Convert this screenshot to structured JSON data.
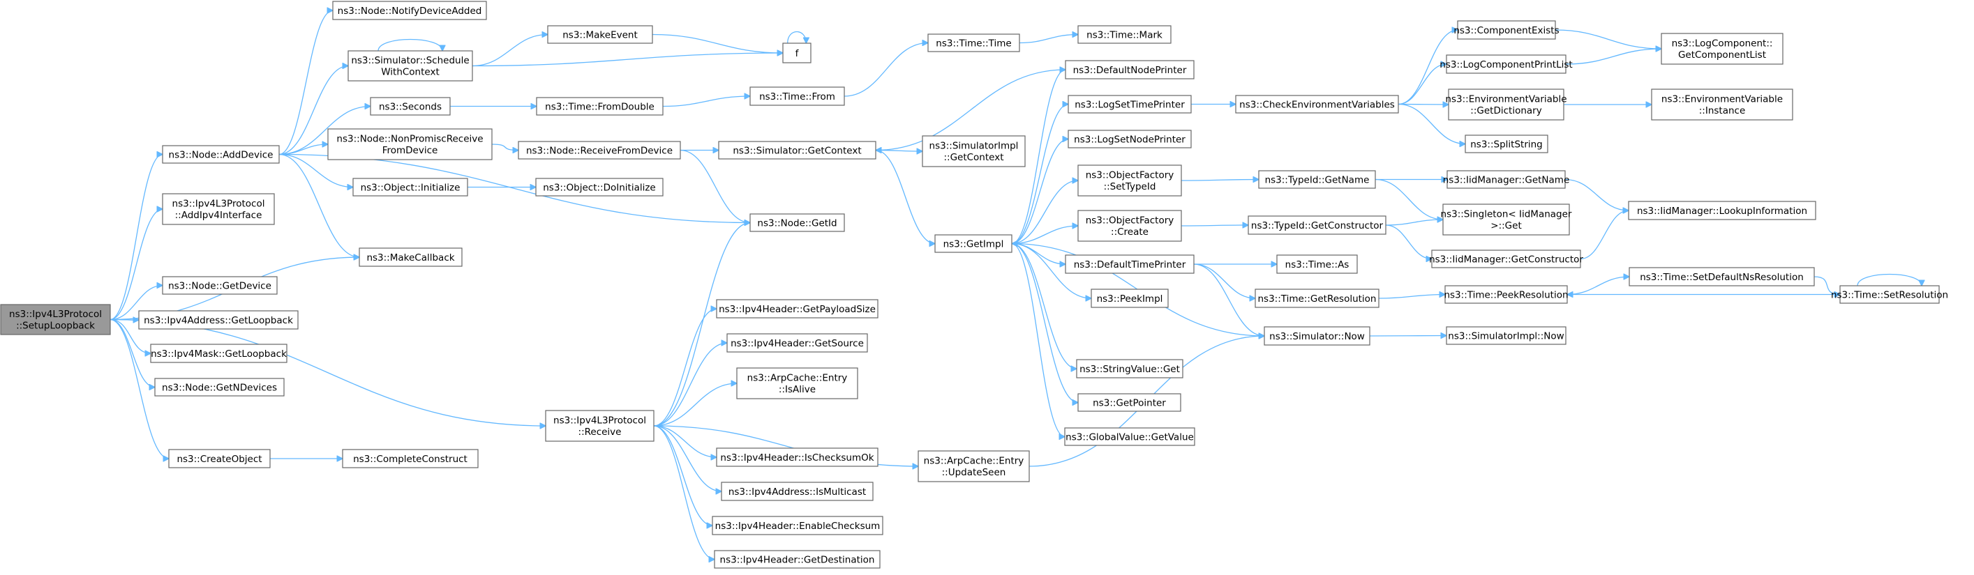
{
  "colors": {
    "edge": "#63b8ff",
    "node_border": "#666666",
    "node_fill": "#ffffff",
    "root_fill": "#999999"
  },
  "nodes": [
    {
      "id": "setup",
      "lines": [
        "ns3::Ipv4L3Protocol",
        "::SetupLoopback"
      ],
      "root": true
    },
    {
      "id": "adddevice",
      "lines": [
        "ns3::Node::AddDevice"
      ]
    },
    {
      "id": "addipv4",
      "lines": [
        "ns3::Ipv4L3Protocol",
        "::AddIpv4Interface"
      ]
    },
    {
      "id": "makecallback",
      "lines": [
        "ns3::MakeCallback"
      ]
    },
    {
      "id": "getdevice",
      "lines": [
        "ns3::Node::GetDevice"
      ]
    },
    {
      "id": "ipv4addrloop",
      "lines": [
        "ns3::Ipv4Address::GetLoopback"
      ]
    },
    {
      "id": "ipv4maskloop",
      "lines": [
        "ns3::Ipv4Mask::GetLoopback"
      ]
    },
    {
      "id": "getndevices",
      "lines": [
        "ns3::Node::GetNDevices"
      ]
    },
    {
      "id": "receive",
      "lines": [
        "ns3::Ipv4L3Protocol",
        "::Receive"
      ]
    },
    {
      "id": "createobject",
      "lines": [
        "ns3::CreateObject"
      ]
    },
    {
      "id": "notifydev",
      "lines": [
        "ns3::Node::NotifyDeviceAdded"
      ]
    },
    {
      "id": "schedctx",
      "lines": [
        "ns3::Simulator::Schedule",
        "WithContext"
      ]
    },
    {
      "id": "seconds",
      "lines": [
        "ns3::Seconds"
      ]
    },
    {
      "id": "nonpromisc",
      "lines": [
        "ns3::Node::NonPromiscReceive",
        "FromDevice"
      ]
    },
    {
      "id": "objinit",
      "lines": [
        "ns3::Object::Initialize"
      ]
    },
    {
      "id": "completeconstruct",
      "lines": [
        "ns3::CompleteConstruct"
      ]
    },
    {
      "id": "makeevent",
      "lines": [
        "ns3::MakeEvent"
      ]
    },
    {
      "id": "f",
      "lines": [
        "f"
      ]
    },
    {
      "id": "fromdouble",
      "lines": [
        "ns3::Time::FromDouble"
      ]
    },
    {
      "id": "receivefromdev",
      "lines": [
        "ns3::Node::ReceiveFromDevice"
      ]
    },
    {
      "id": "doinit",
      "lines": [
        "ns3::Object::DoInitialize"
      ]
    },
    {
      "id": "getid",
      "lines": [
        "ns3::Node::GetId"
      ]
    },
    {
      "id": "getpayloadsize",
      "lines": [
        "ns3::Ipv4Header::GetPayloadSize"
      ]
    },
    {
      "id": "getsource",
      "lines": [
        "ns3::Ipv4Header::GetSource"
      ]
    },
    {
      "id": "isalive",
      "lines": [
        "ns3::ArpCache::Entry",
        "::IsAlive"
      ]
    },
    {
      "id": "ischecksumok",
      "lines": [
        "ns3::Ipv4Header::IsChecksumOk"
      ]
    },
    {
      "id": "ismulticast",
      "lines": [
        "ns3::Ipv4Address::IsMulticast"
      ]
    },
    {
      "id": "enablechecksum",
      "lines": [
        "ns3::Ipv4Header::EnableChecksum"
      ]
    },
    {
      "id": "getdestination",
      "lines": [
        "ns3::Ipv4Header::GetDestination"
      ]
    },
    {
      "id": "timefrom",
      "lines": [
        "ns3::Time::From"
      ]
    },
    {
      "id": "timetime",
      "lines": [
        "ns3::Time::Time"
      ]
    },
    {
      "id": "simgetctx",
      "lines": [
        "ns3::Simulator::GetContext"
      ]
    },
    {
      "id": "updateseen",
      "lines": [
        "ns3::ArpCache::Entry",
        "::UpdateSeen"
      ]
    },
    {
      "id": "getimpl",
      "lines": [
        "ns3::GetImpl"
      ]
    },
    {
      "id": "simimplgetctx",
      "lines": [
        "ns3::SimulatorImpl",
        "::GetContext"
      ]
    },
    {
      "id": "timemark",
      "lines": [
        "ns3::Time::Mark"
      ]
    },
    {
      "id": "defnodeprinter",
      "lines": [
        "ns3::DefaultNodePrinter"
      ]
    },
    {
      "id": "logsettimeprinter",
      "lines": [
        "ns3::LogSetTimePrinter"
      ]
    },
    {
      "id": "logsetnodeprinter",
      "lines": [
        "ns3::LogSetNodePrinter"
      ]
    },
    {
      "id": "ofsettypeid",
      "lines": [
        "ns3::ObjectFactory",
        "::SetTypeId"
      ]
    },
    {
      "id": "ofcreate",
      "lines": [
        "ns3::ObjectFactory",
        "::Create"
      ]
    },
    {
      "id": "deftimeprinter",
      "lines": [
        "ns3::DefaultTimePrinter"
      ]
    },
    {
      "id": "peekimpl",
      "lines": [
        "ns3::PeekImpl"
      ]
    },
    {
      "id": "stringvalueget",
      "lines": [
        "ns3::StringValue::Get"
      ]
    },
    {
      "id": "getpointer",
      "lines": [
        "ns3::GetPointer"
      ]
    },
    {
      "id": "globalvalueget",
      "lines": [
        "ns3::GlobalValue::GetValue"
      ]
    },
    {
      "id": "checkenv",
      "lines": [
        "ns3::CheckEnvironmentVariables"
      ]
    },
    {
      "id": "typeidgetname",
      "lines": [
        "ns3::TypeId::GetName"
      ]
    },
    {
      "id": "typeidgetctor",
      "lines": [
        "ns3::TypeId::GetConstructor"
      ]
    },
    {
      "id": "timeas",
      "lines": [
        "ns3::Time::As"
      ]
    },
    {
      "id": "timegetres",
      "lines": [
        "ns3::Time::GetResolution"
      ]
    },
    {
      "id": "simnow",
      "lines": [
        "ns3::Simulator::Now"
      ]
    },
    {
      "id": "compexists",
      "lines": [
        "ns3::ComponentExists"
      ]
    },
    {
      "id": "logcompprintlist",
      "lines": [
        "ns3::LogComponentPrintList"
      ]
    },
    {
      "id": "envvargetdict",
      "lines": [
        "ns3::EnvironmentVariable",
        "::GetDictionary"
      ]
    },
    {
      "id": "splitstring",
      "lines": [
        "ns3::SplitString"
      ]
    },
    {
      "id": "iidgetname",
      "lines": [
        "ns3::IidManager::GetName"
      ]
    },
    {
      "id": "singletonget",
      "lines": [
        "ns3::Singleton< IidManager",
        " >::Get"
      ]
    },
    {
      "id": "iidgetctor",
      "lines": [
        "ns3::IidManager::GetConstructor"
      ]
    },
    {
      "id": "timepeekres",
      "lines": [
        "ns3::Time::PeekResolution"
      ]
    },
    {
      "id": "simimplnow",
      "lines": [
        "ns3::SimulatorImpl::Now"
      ]
    },
    {
      "id": "logcompgetlist",
      "lines": [
        "ns3::LogComponent::",
        "GetComponentList"
      ]
    },
    {
      "id": "envvarinstance",
      "lines": [
        "ns3::EnvironmentVariable",
        "::Instance"
      ]
    },
    {
      "id": "iidlookup",
      "lines": [
        "ns3::IidManager::LookupInformation"
      ]
    },
    {
      "id": "setdefaultns",
      "lines": [
        "ns3::Time::SetDefaultNsResolution"
      ]
    },
    {
      "id": "setresolution",
      "lines": [
        "ns3::Time::SetResolution"
      ]
    }
  ],
  "edges": [
    [
      "setup",
      "adddevice"
    ],
    [
      "setup",
      "addipv4"
    ],
    [
      "setup",
      "makecallback"
    ],
    [
      "setup",
      "getdevice"
    ],
    [
      "setup",
      "ipv4addrloop"
    ],
    [
      "setup",
      "ipv4maskloop"
    ],
    [
      "setup",
      "getndevices"
    ],
    [
      "setup",
      "receive"
    ],
    [
      "setup",
      "createobject"
    ],
    [
      "adddevice",
      "notifydev"
    ],
    [
      "adddevice",
      "schedctx"
    ],
    [
      "adddevice",
      "seconds"
    ],
    [
      "adddevice",
      "nonpromisc"
    ],
    [
      "adddevice",
      "objinit"
    ],
    [
      "adddevice",
      "getid"
    ],
    [
      "adddevice",
      "makecallback"
    ],
    [
      "schedctx",
      "schedctx"
    ],
    [
      "schedctx",
      "makeevent"
    ],
    [
      "schedctx",
      "f"
    ],
    [
      "makeevent",
      "f"
    ],
    [
      "f",
      "f"
    ],
    [
      "seconds",
      "fromdouble"
    ],
    [
      "fromdouble",
      "timefrom"
    ],
    [
      "timefrom",
      "timetime"
    ],
    [
      "timetime",
      "timemark"
    ],
    [
      "nonpromisc",
      "receivefromdev"
    ],
    [
      "receivefromdev",
      "simgetctx"
    ],
    [
      "receivefromdev",
      "getid"
    ],
    [
      "objinit",
      "doinit"
    ],
    [
      "createobject",
      "completeconstruct"
    ],
    [
      "receive",
      "getid"
    ],
    [
      "receive",
      "getpayloadsize"
    ],
    [
      "receive",
      "getsource"
    ],
    [
      "receive",
      "isalive"
    ],
    [
      "receive",
      "ischecksumok"
    ],
    [
      "receive",
      "ismulticast"
    ],
    [
      "receive",
      "enablechecksum"
    ],
    [
      "receive",
      "getdestination"
    ],
    [
      "receive",
      "updateseen"
    ],
    [
      "updateseen",
      "simnow"
    ],
    [
      "simgetctx",
      "simimplgetctx"
    ],
    [
      "simgetctx",
      "getimpl"
    ],
    [
      "getimpl",
      "defnodeprinter"
    ],
    [
      "getimpl",
      "logsettimeprinter"
    ],
    [
      "getimpl",
      "logsetnodeprinter"
    ],
    [
      "getimpl",
      "ofsettypeid"
    ],
    [
      "getimpl",
      "ofcreate"
    ],
    [
      "getimpl",
      "deftimeprinter"
    ],
    [
      "getimpl",
      "peekimpl"
    ],
    [
      "getimpl",
      "stringvalueget"
    ],
    [
      "getimpl",
      "getpointer"
    ],
    [
      "getimpl",
      "globalvalueget"
    ],
    [
      "defnodeprinter",
      "simgetctx"
    ],
    [
      "simnow",
      "getimpl"
    ],
    [
      "logsettimeprinter",
      "checkenv"
    ],
    [
      "checkenv",
      "compexists"
    ],
    [
      "checkenv",
      "logcompprintlist"
    ],
    [
      "checkenv",
      "envvargetdict"
    ],
    [
      "checkenv",
      "splitstring"
    ],
    [
      "compexists",
      "logcompgetlist"
    ],
    [
      "logcompprintlist",
      "logcompgetlist"
    ],
    [
      "envvargetdict",
      "envvarinstance"
    ],
    [
      "ofsettypeid",
      "typeidgetname"
    ],
    [
      "ofcreate",
      "typeidgetctor"
    ],
    [
      "typeidgetname",
      "iidgetname"
    ],
    [
      "typeidgetname",
      "singletonget"
    ],
    [
      "typeidgetctor",
      "singletonget"
    ],
    [
      "typeidgetctor",
      "iidgetctor"
    ],
    [
      "iidgetname",
      "iidlookup"
    ],
    [
      "iidgetctor",
      "iidlookup"
    ],
    [
      "deftimeprinter",
      "timeas"
    ],
    [
      "deftimeprinter",
      "timegetres"
    ],
    [
      "deftimeprinter",
      "simnow"
    ],
    [
      "timegetres",
      "timepeekres"
    ],
    [
      "simnow",
      "simimplnow"
    ],
    [
      "setdefaultns",
      "setresolution"
    ],
    [
      "setresolution",
      "setresolution"
    ],
    [
      "setresolution",
      "timepeekres"
    ],
    [
      "timepeekres",
      "setdefaultns"
    ]
  ]
}
